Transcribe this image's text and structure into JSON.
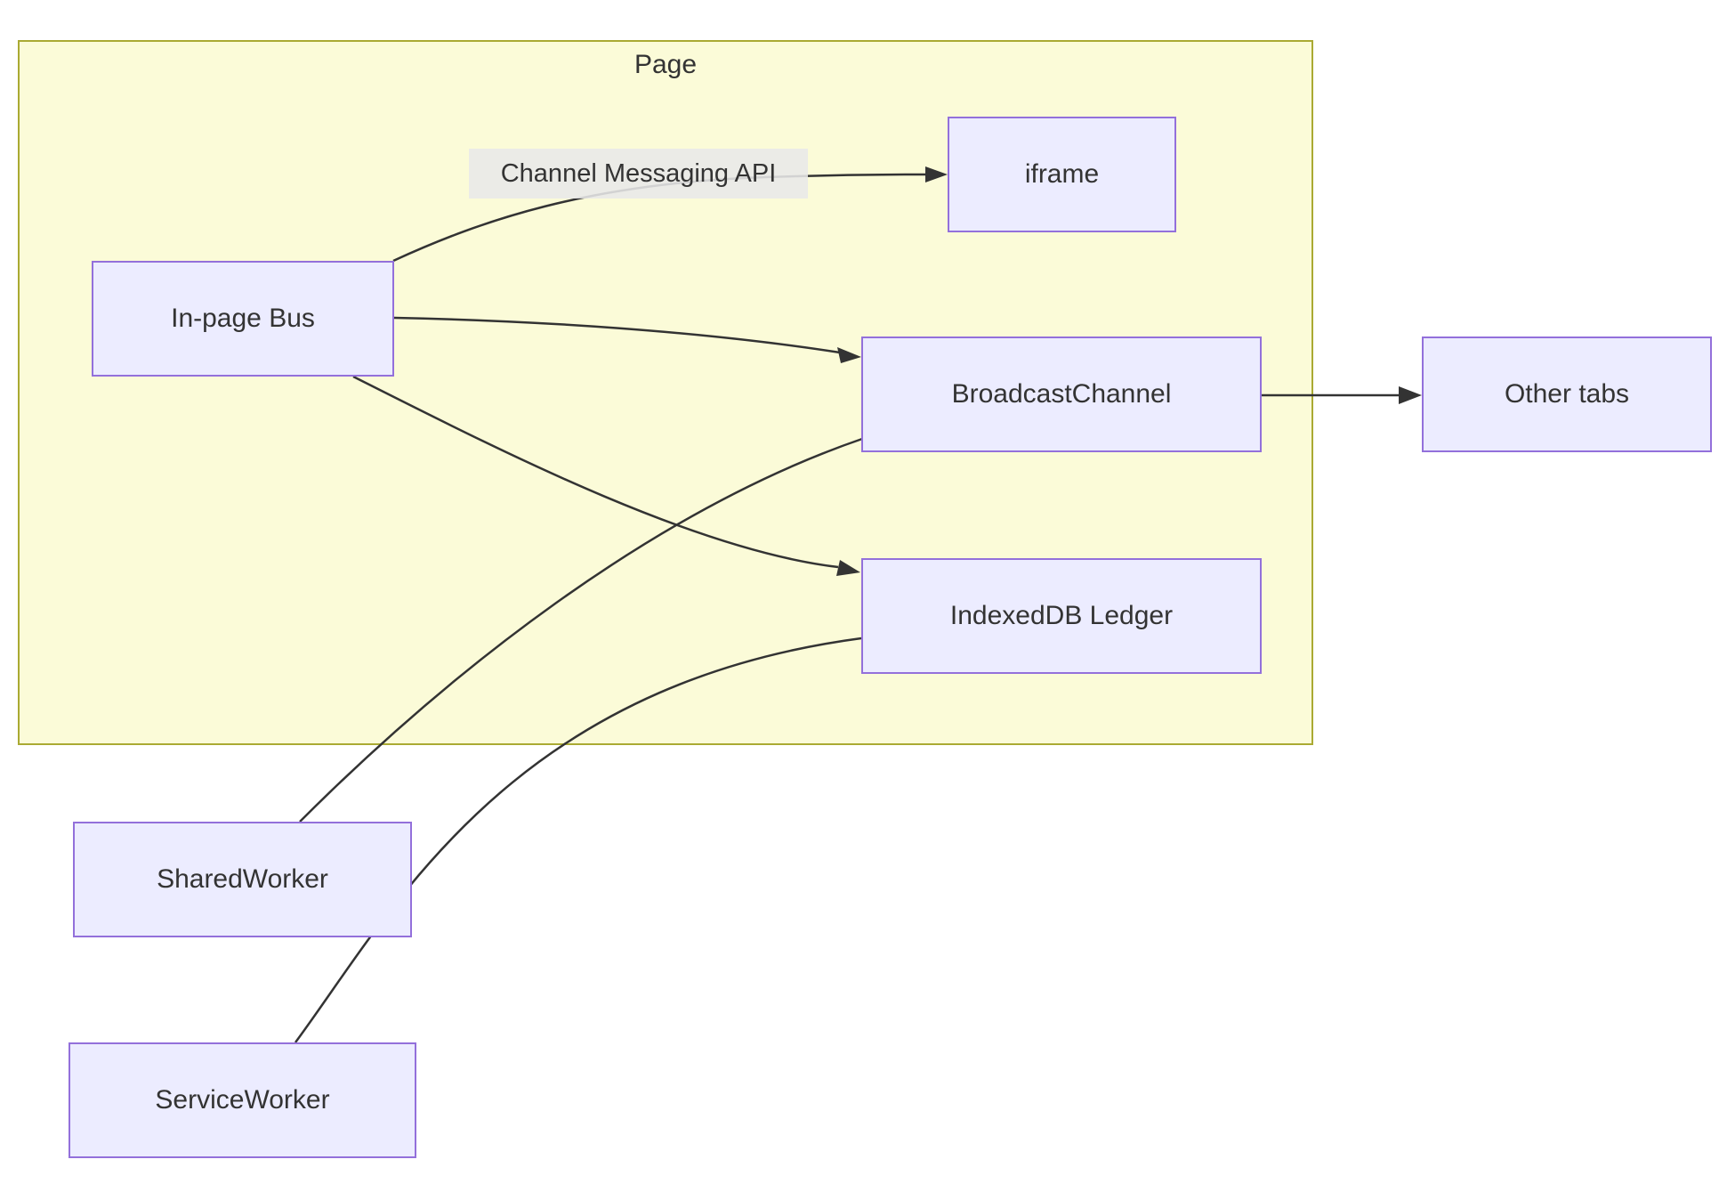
{
  "diagram": {
    "type": "flowchart",
    "direction": "LR",
    "container": {
      "label": "Page"
    },
    "nodes": {
      "in_page_bus": {
        "label": "In-page Bus"
      },
      "iframe": {
        "label": "iframe"
      },
      "broadcast_channel": {
        "label": "BroadcastChannel"
      },
      "indexeddb_ledger": {
        "label": "IndexedDB Ledger"
      },
      "other_tabs": {
        "label": "Other tabs"
      },
      "shared_worker": {
        "label": "SharedWorker"
      },
      "service_worker": {
        "label": "ServiceWorker"
      }
    },
    "edge_label": {
      "text": "Channel Messaging API"
    },
    "edges": [
      {
        "from": "In-page Bus",
        "to": "iframe",
        "label": "Channel Messaging API",
        "arrow": true
      },
      {
        "from": "In-page Bus",
        "to": "BroadcastChannel",
        "arrow": true
      },
      {
        "from": "In-page Bus",
        "to": "IndexedDB Ledger",
        "arrow": true
      },
      {
        "from": "BroadcastChannel",
        "to": "Other tabs",
        "arrow": true
      },
      {
        "from": "SharedWorker",
        "to": "BroadcastChannel",
        "arrow": false
      },
      {
        "from": "ServiceWorker",
        "to": "IndexedDB Ledger",
        "arrow": false
      }
    ],
    "colors": {
      "node_fill": "#ECECFF",
      "node_border": "#9370DB",
      "container_fill": "#FBFBD8",
      "container_border": "#AAAA33",
      "edge": "#333333",
      "text": "#333333",
      "edge_label_bg": "#E8E8E8"
    }
  }
}
